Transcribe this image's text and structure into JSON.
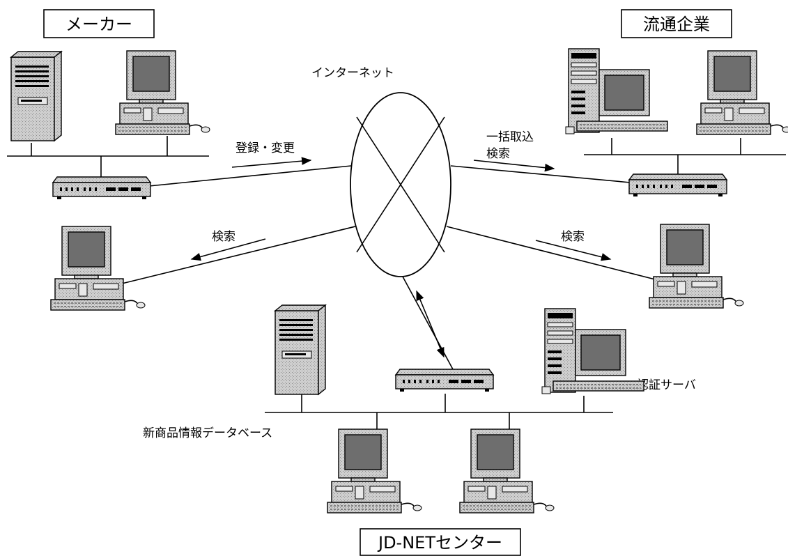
{
  "nodes": {
    "maker": "メーカー",
    "distributor": "流通企業",
    "center": "JD-NETセンター",
    "internet": "インターネット"
  },
  "labels": {
    "register": "登録・変更",
    "bulk_import": "一括取込",
    "search_right_top": "検索",
    "search_left": "検索",
    "search_right": "検索",
    "auth_server": "認証サーバ",
    "database": "新商品情報データベース"
  },
  "icons": [
    "server-tower-icon",
    "desktop-computer-icon",
    "network-hub-icon",
    "server-workstation-icon",
    "arrow-icon",
    "internet-cloud-icon"
  ]
}
